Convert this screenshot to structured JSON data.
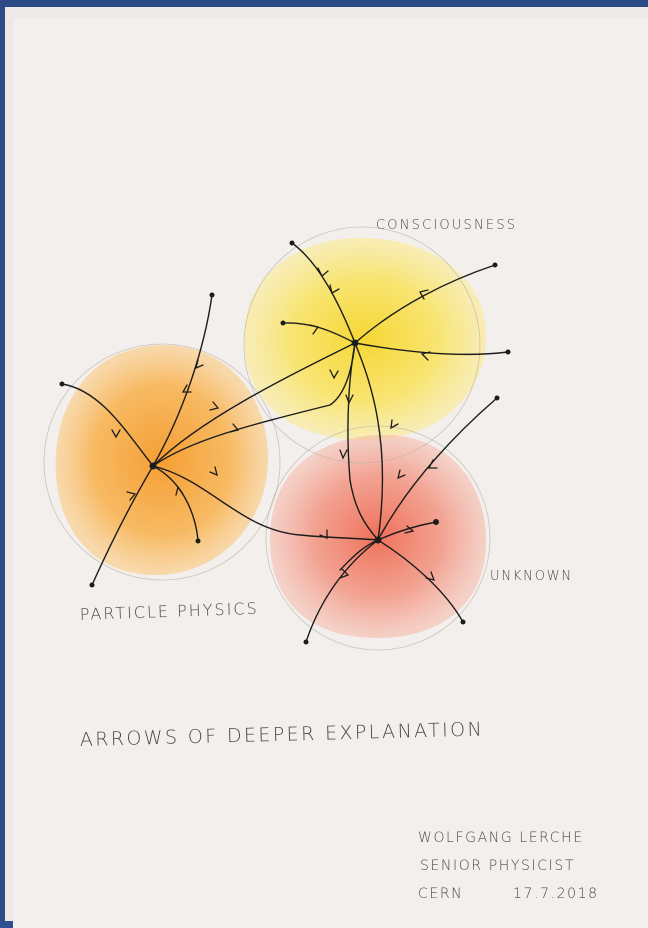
{
  "drawing": {
    "labels": {
      "consciousness": "CONSCIOUSNESS",
      "particle_physics": "PARTICLE PHYSICS",
      "unknown": "UNKNOWN",
      "title": "ARROWS OF DEEPER EXPLANATION"
    },
    "signature": {
      "name": "WOLFGANG LERCHE",
      "role": "SENIOR PHYSICIST",
      "org": "CERN",
      "date": "17.7.2018"
    },
    "colors": {
      "consciousness_circle": "#f8e04a",
      "particle_physics_circle": "#f8a838",
      "unknown_circle": "#f08a74",
      "ink": "#1c1c1c",
      "paper": "#f3efec",
      "border": "#2c4a86"
    }
  }
}
